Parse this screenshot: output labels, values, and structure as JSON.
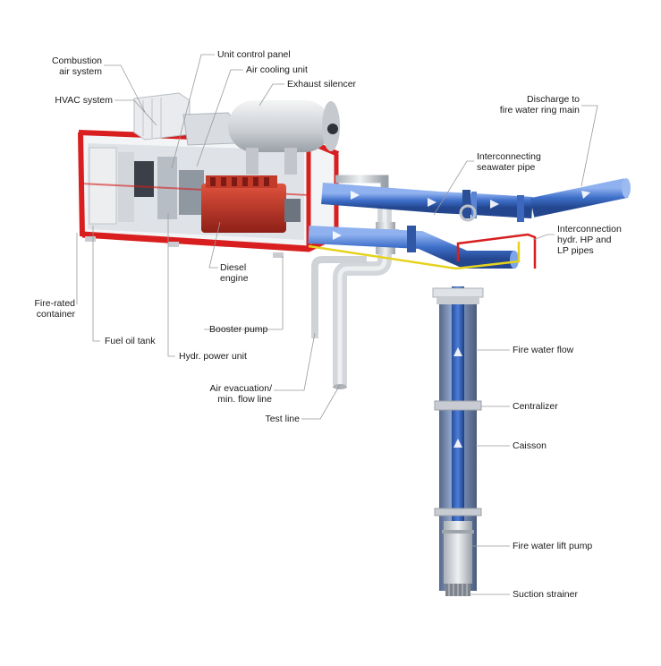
{
  "labels": {
    "combustion_air_1": "Combustion",
    "combustion_air_2": "air system",
    "hvac": "HVAC system",
    "unit_control_panel": "Unit control panel",
    "air_cooling_unit": "Air cooling unit",
    "exhaust_silencer": "Exhaust silencer",
    "discharge_1": "Discharge to",
    "discharge_2": "fire water ring main",
    "seawater_pipe_1": "Interconnecting",
    "seawater_pipe_2": "seawater pipe",
    "hydr_pipes_1": "Interconnection",
    "hydr_pipes_2": "hydr. HP and",
    "hydr_pipes_3": "LP pipes",
    "diesel_engine_1": "Diesel",
    "diesel_engine_2": "engine",
    "fire_rated_1": "Fire-rated",
    "fire_rated_2": "container",
    "booster_pump": "Booster pump",
    "fuel_oil_tank": "Fuel oil tank",
    "hydr_power_unit": "Hydr. power unit",
    "air_evac_1": "Air evacuation/",
    "air_evac_2": "min. flow line",
    "test_line": "Test line",
    "fire_water_flow": "Fire water flow",
    "centralizer": "Centralizer",
    "caisson": "Caisson",
    "lift_pump": "Fire water lift pump",
    "suction_strainer": "Suction strainer"
  },
  "colors": {
    "container_frame": "#d81e1e",
    "engine": "#c0392b",
    "water_pipe": "#3e6fc9",
    "pipe_gray": "#d5d9de",
    "yellow_line": "#e6d21e",
    "leader": "#9a9a9a"
  }
}
